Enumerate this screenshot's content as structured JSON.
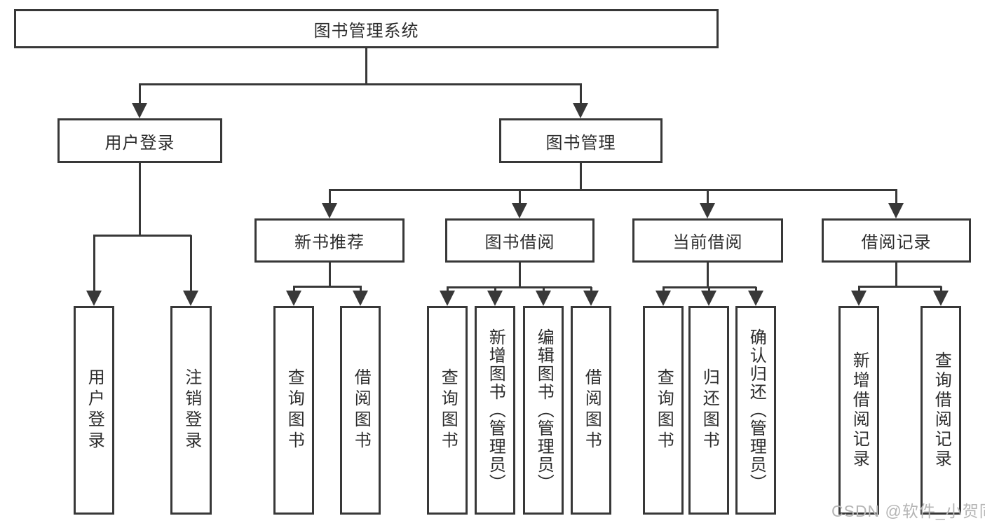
{
  "diagram": {
    "title": "图书管理系统",
    "level2": [
      "用户登录",
      "图书管理"
    ],
    "level3": [
      "新书推荐",
      "图书借阅",
      "当前借阅",
      "借阅记录"
    ],
    "leaves": {
      "login": [
        "用户登录",
        "注销登录"
      ],
      "newbook": [
        "查询图书",
        "借阅图书"
      ],
      "borrow": [
        "查询图书",
        "新增图书（管理员）",
        "编辑图书（管理员）",
        "借阅图书"
      ],
      "current": [
        "查询图书",
        "归还图书",
        "确认归还（管理员）"
      ],
      "records": [
        "新增借阅记录",
        "查询借阅记录"
      ]
    },
    "colors": {
      "line": "#383838",
      "text": "#2d2d2d",
      "background": "#ffffff",
      "watermark_color": "#b5b5b5"
    }
  },
  "watermark": {
    "text": "CSDN @软件_小贺同学"
  }
}
